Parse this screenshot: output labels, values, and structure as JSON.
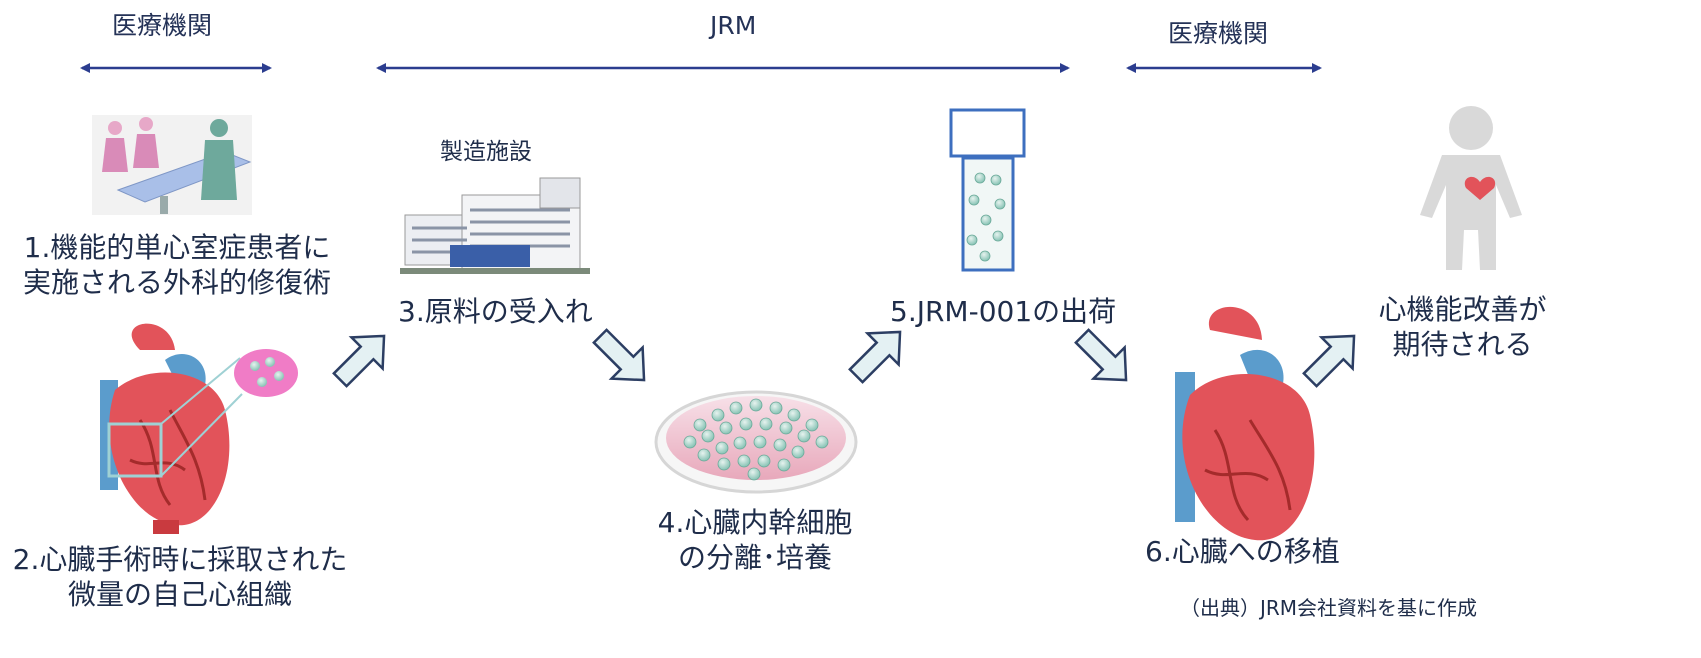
{
  "header": {
    "left_label": "医療機関",
    "center_label": "JRM",
    "right_label": "医療機関"
  },
  "steps": {
    "s1_line1": "1.機能的単心室症患者に",
    "s1_line2": "実施される外科的修復術",
    "s2_line1": "2.心臓手術時に採取された",
    "s2_line2": "微量の自己心組織",
    "facility_label": "製造施設",
    "s3": "3.原料の受入れ",
    "s4_line1": "4.心臓内幹細胞",
    "s4_line2": "の分離･培養",
    "s5": "5.JRM-001の出荷",
    "s6": "6.心臓への移植",
    "result_line1": "心機能改善が",
    "result_line2": "期待される"
  },
  "source_note": "（出典）JRM会社資料を基に作成",
  "colors": {
    "arrow_navy": "#2b3d8f",
    "flow_arrow_fill": "#e4f1f3",
    "flow_arrow_stroke": "#2c3e63",
    "heart_red": "#e2535a",
    "vessel_blue": "#5b9ccc",
    "cell_green": "#8fc9b8"
  }
}
